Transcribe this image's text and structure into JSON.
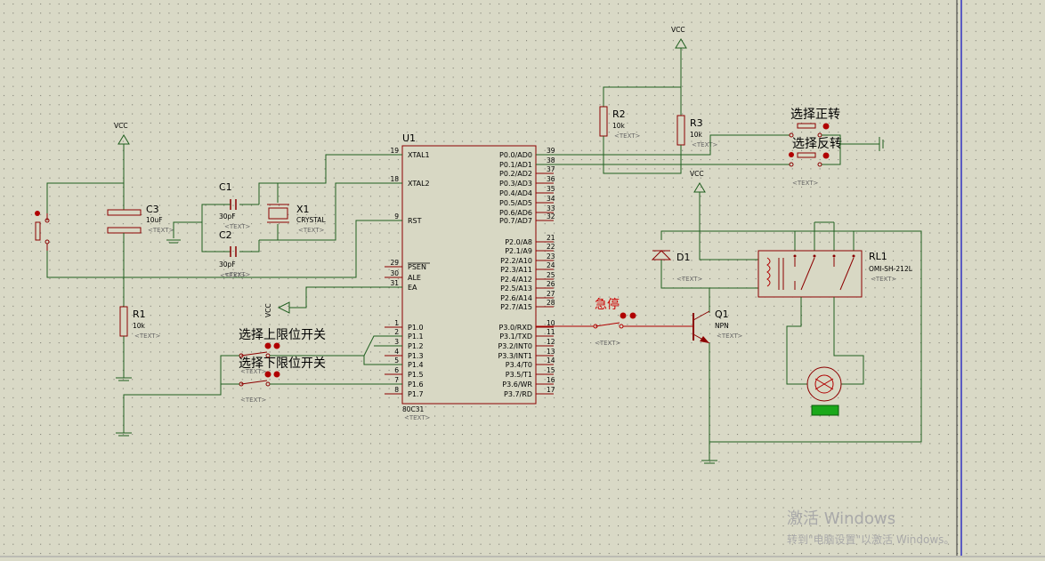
{
  "mcu": {
    "ref": "U1",
    "part": "80C31",
    "text": "<TEXT>",
    "left_pins": [
      {
        "num": "19",
        "name": "XTAL1"
      },
      {
        "num": "18",
        "name": "XTAL2"
      },
      {
        "num": "9",
        "name": "RST"
      },
      {
        "num": "29",
        "name": "PSEN"
      },
      {
        "num": "30",
        "name": "ALE"
      },
      {
        "num": "31",
        "name": "EA"
      },
      {
        "num": "1",
        "name": "P1.0"
      },
      {
        "num": "2",
        "name": "P1.1"
      },
      {
        "num": "3",
        "name": "P1.2"
      },
      {
        "num": "4",
        "name": "P1.3"
      },
      {
        "num": "5",
        "name": "P1.4"
      },
      {
        "num": "6",
        "name": "P1.5"
      },
      {
        "num": "7",
        "name": "P1.6"
      },
      {
        "num": "8",
        "name": "P1.7"
      }
    ],
    "right_pins": [
      {
        "num": "39",
        "name": "P0.0/AD0"
      },
      {
        "num": "38",
        "name": "P0.1/AD1"
      },
      {
        "num": "37",
        "name": "P0.2/AD2"
      },
      {
        "num": "36",
        "name": "P0.3/AD3"
      },
      {
        "num": "35",
        "name": "P0.4/AD4"
      },
      {
        "num": "34",
        "name": "P0.5/AD5"
      },
      {
        "num": "33",
        "name": "P0.6/AD6"
      },
      {
        "num": "32",
        "name": "P0.7/AD7"
      },
      {
        "num": "21",
        "name": "P2.0/A8"
      },
      {
        "num": "22",
        "name": "P2.1/A9"
      },
      {
        "num": "23",
        "name": "P2.2/A10"
      },
      {
        "num": "24",
        "name": "P2.3/A11"
      },
      {
        "num": "25",
        "name": "P2.4/A12"
      },
      {
        "num": "26",
        "name": "P2.5/A13"
      },
      {
        "num": "27",
        "name": "P2.6/A14"
      },
      {
        "num": "28",
        "name": "P2.7/A15"
      },
      {
        "num": "10",
        "name": "P3.0/RXD"
      },
      {
        "num": "11",
        "name": "P3.1/TXD"
      },
      {
        "num": "12",
        "name": "P3.2/INT0"
      },
      {
        "num": "13",
        "name": "P3.3/INT1"
      },
      {
        "num": "14",
        "name": "P3.4/T0"
      },
      {
        "num": "15",
        "name": "P3.5/T1"
      },
      {
        "num": "16",
        "name": "P3.6/WR"
      },
      {
        "num": "17",
        "name": "P3.7/RD"
      }
    ]
  },
  "components": {
    "c1": {
      "ref": "C1",
      "value": "30pF",
      "text": "<TEXT>"
    },
    "c2": {
      "ref": "C2",
      "value": "30pF",
      "text": "<TEXT>"
    },
    "c3": {
      "ref": "C3",
      "value": "10uF",
      "text": "<TEXT>"
    },
    "x1": {
      "ref": "X1",
      "value": "CRYSTAL",
      "text": "<TEXT>"
    },
    "r1": {
      "ref": "R1",
      "value": "10k",
      "text": "<TEXT>"
    },
    "r2": {
      "ref": "R2",
      "value": "10k",
      "text": "<TEXT>"
    },
    "r3": {
      "ref": "R3",
      "value": "10k",
      "text": "<TEXT>"
    },
    "d1": {
      "ref": "D1",
      "text": "<TEXT>"
    },
    "q1": {
      "ref": "Q1",
      "value": "NPN",
      "text": "<TEXT>"
    },
    "rl1": {
      "ref": "RL1",
      "value": "OMI-SH-212L",
      "text": "<TEXT>"
    },
    "rst_btn": {
      "text": "<TEXT>"
    },
    "forward_btn": {
      "label": "选择正转",
      "text": "<TEXT>"
    },
    "reverse_btn": {
      "label": "选择反转"
    },
    "estop_btn": {
      "label": "急停",
      "text": "<TEXT>"
    },
    "upper_limit": {
      "label": "选择上限位开关",
      "text": "<TEXT>"
    },
    "lower_limit": {
      "label": "选择下限位开关",
      "text": "<TEXT>"
    }
  },
  "power": {
    "vcc_label": "VCC"
  },
  "watermark": {
    "line1": "激活 Windows",
    "line2": "转到\"电脑设置\"以激活 Windows。"
  },
  "colors": {
    "background": "#d9d9c6",
    "wire": "#1f5e1f",
    "component": "#8b0000",
    "accent": "#cc0000"
  },
  "icons": [
    "vcc-arrow-icon",
    "ground-icon",
    "motor-icon",
    "relay-coil-icon"
  ]
}
